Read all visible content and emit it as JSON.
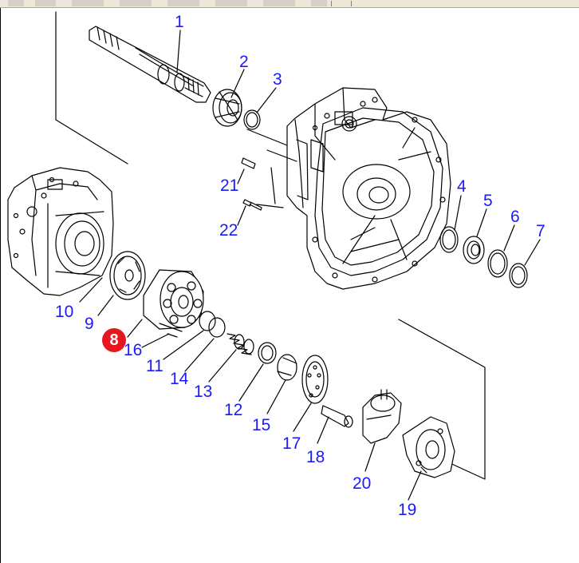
{
  "highlight_color": "#e8171f",
  "label_color": "#1a1aff",
  "highlighted": {
    "number": "8"
  },
  "parts": {
    "p1": "1",
    "p2": "2",
    "p3": "3",
    "p4": "4",
    "p5": "5",
    "p6": "6",
    "p7": "7",
    "p9": "9",
    "p10": "10",
    "p11": "11",
    "p12": "12",
    "p13": "13",
    "p14": "14",
    "p15": "15",
    "p16": "16",
    "p17": "17",
    "p18": "18",
    "p19": "19",
    "p20": "20",
    "p21": "21",
    "p22": "22"
  }
}
